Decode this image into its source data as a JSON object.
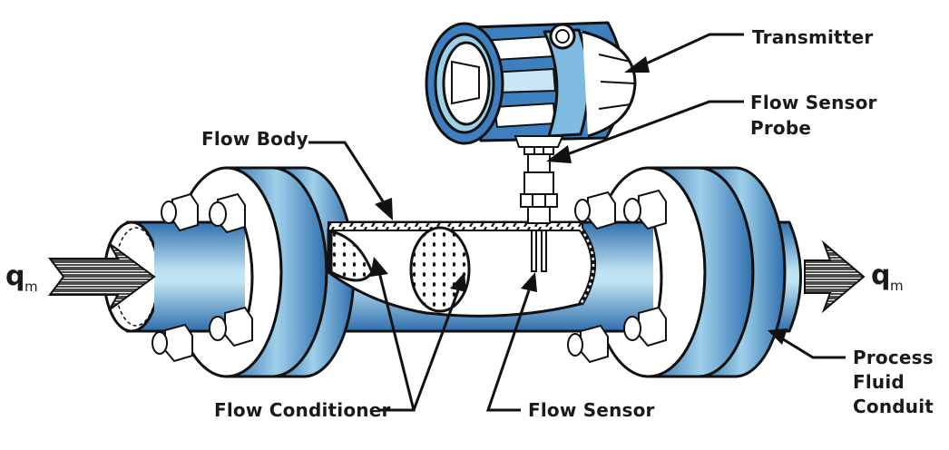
{
  "diagram": {
    "title": "Thermal mass flow meter components",
    "colors": {
      "blue_dark": "#2f6fae",
      "blue_mid": "#4a8cc7",
      "blue_light": "#bfe3f2",
      "outline": "#111111",
      "background": "#ffffff"
    },
    "labels": {
      "transmitter": "Transmitter",
      "flow_sensor_probe_line1": "Flow Sensor",
      "flow_sensor_probe_line2": "Probe",
      "flow_body": "Flow Body",
      "flow_conditioner": "Flow Conditioner",
      "flow_sensor": "Flow Sensor",
      "process_fluid_conduit_line1": "Process",
      "process_fluid_conduit_line2": "Fluid",
      "process_fluid_conduit_line3": "Conduit",
      "inlet_flow_symbol": "q",
      "inlet_flow_subscript": "m",
      "outlet_flow_symbol": "q",
      "outlet_flow_subscript": "m"
    },
    "icons": {
      "inlet_arrow": "flow-in-arrow-icon",
      "outlet_arrow": "flow-out-arrow-icon"
    }
  }
}
